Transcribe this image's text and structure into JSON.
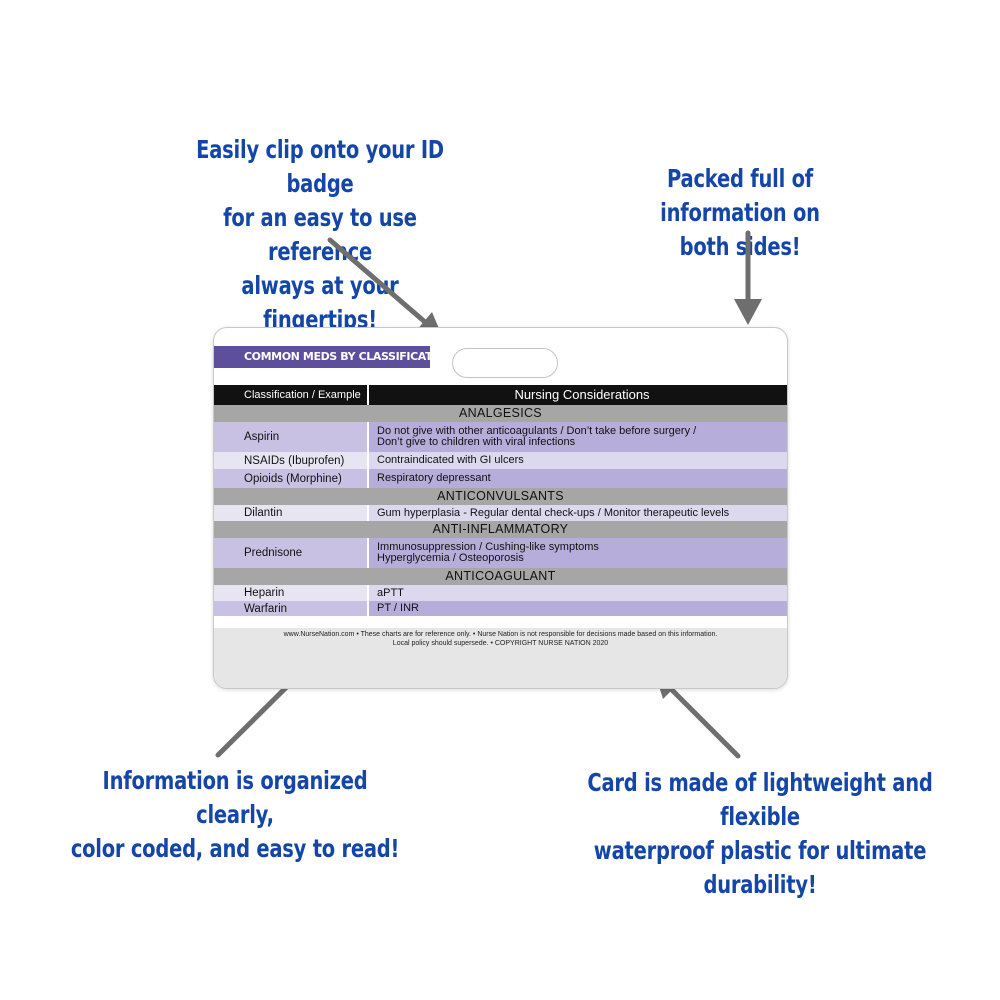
{
  "callouts": {
    "top_left": "Easily clip onto your ID badge\nfor an easy to use reference\nalways at your fingertips!",
    "top_right": "Packed full of information on\nboth sides!",
    "bottom_left": "Information is organized clearly,\ncolor coded, and easy to read!",
    "bottom_right": "Card is made of lightweight and flexible\nwaterproof plastic for ultimate\ndurability!"
  },
  "colors": {
    "callout_text": "#1446a8",
    "title_bar": "#5e4f9c",
    "row_dark": "#b7addb",
    "row_light": "#dcd8ee",
    "category_band": "#a6a6a6",
    "arrow": "#6e6e6e"
  },
  "card": {
    "title": "COMMON MEDS BY CLASSIFICATION",
    "header": {
      "col1": "Classification / Example",
      "col2": "Nursing Considerations"
    },
    "categories": {
      "analgesics": "ANALGESICS",
      "anticonvulsants": "ANTICONVULSANTS",
      "anti_inflammatory": "ANTI-INFLAMMATORY",
      "anticoagulant": "ANTICOAGULANT"
    },
    "rows": {
      "aspirin": {
        "name": "Aspirin",
        "line1": "Do not give with other anticoagulants / Don’t take before surgery /",
        "line2": "Don’t give to children with viral infections"
      },
      "nsaids": {
        "name": "NSAIDs (Ibuprofen)",
        "line1": "Contraindicated with GI ulcers"
      },
      "opioids": {
        "name": "Opioids (Morphine)",
        "line1": "Respiratory depressant"
      },
      "dilantin": {
        "name": "Dilantin",
        "line1": "Gum hyperplasia - Regular dental check-ups / Monitor therapeutic levels"
      },
      "prednisone": {
        "name": "Prednisone",
        "line1": "Immunosuppression / Cushing-like symptoms",
        "line2": "Hyperglycemia / Osteoporosis"
      },
      "heparin": {
        "name": "Heparin",
        "line1": "aPTT"
      },
      "warfarin": {
        "name": "Warfarin",
        "line1": "PT / INR"
      }
    },
    "footer": {
      "line1": "www.NurseNation.com • These charts are for reference only. • Nurse Nation is not responsible for decisions made based on this information.",
      "line2": "Local policy should supersede. • COPYRIGHT NURSE NATION 2020"
    }
  }
}
